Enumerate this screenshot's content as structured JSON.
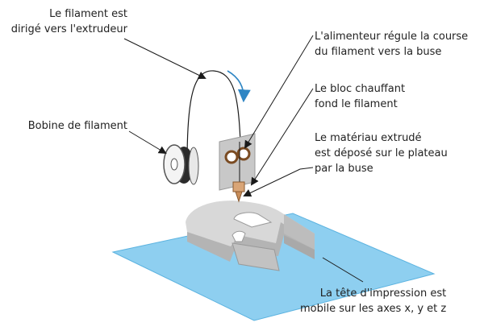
{
  "labels": {
    "filament_path": [
      "Le filament est",
      "dirigé vers l'extrudeur"
    ],
    "feeder": [
      "L'alimenteur régule la course",
      "du filament vers la buse"
    ],
    "heater": [
      "Le bloc chauffant",
      "fond le filament"
    ],
    "deposit": [
      "Le matériau extrudé",
      "est déposé sur le plateau",
      "par la buse"
    ],
    "spool": [
      "Bobine de filament"
    ],
    "head": [
      "La tête d'impression est",
      "mobile sur les axes x, y et z"
    ]
  },
  "colors": {
    "plate": "#8ecff0",
    "plate_edge": "#5cb3e0",
    "print_side": "#b4b4b4",
    "print_top": "#d8d8d8",
    "nozzle": "#d9a577",
    "feeder_panel": "#c8c8c8",
    "arrow": "#2f86c4",
    "line": "#1a1a1a"
  },
  "icons": {
    "motion_arrow": "curved-arrow-icon"
  }
}
